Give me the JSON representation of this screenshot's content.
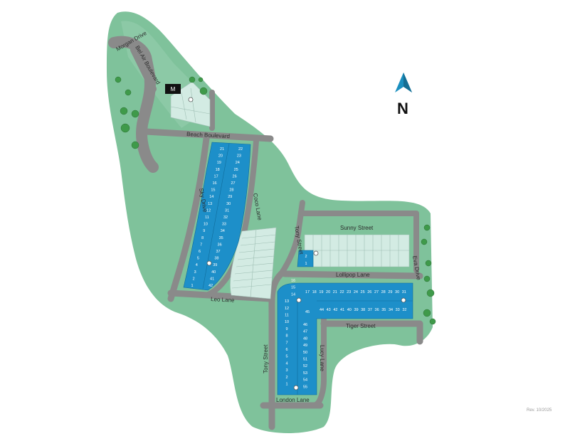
{
  "map": {
    "streets": {
      "morgan_drive": "Morgan Drive",
      "bel_air_boulevard": "Bel Air Boulevard",
      "beach_boulevard": "Beach Boulevard",
      "sky_drive": "Sky Drive",
      "coco_lane": "Coco Lane",
      "tony_street_north": "Tony Street",
      "sunny_street": "Sunny Street",
      "eva_drive": "Eva Drive",
      "lollipop_lane": "Lollipop Lane",
      "leo_lane": "Leo Lane",
      "tiger_street": "Tiger Street",
      "tony_street_south": "Tony Street",
      "lucy_lane": "Lucy Lane",
      "london_lane": "London Lane"
    },
    "model_marker": "M",
    "north_label": "N",
    "revision": "Rev. 10/2025",
    "colors": {
      "available_lot": "#1d8fc9",
      "future_lot": "#d3ebe3",
      "green_space": "#7fc29b",
      "road": "#8a8a8a"
    },
    "lots": {
      "sky_left": [
        "21",
        "20",
        "19",
        "18",
        "17",
        "16",
        "15",
        "14",
        "13",
        "12",
        "11",
        "10",
        "9",
        "8",
        "7",
        "6",
        "5",
        "4",
        "3",
        "2",
        "1"
      ],
      "sky_right": [
        "22",
        "23",
        "24",
        "25",
        "26",
        "27",
        "28",
        "29",
        "30",
        "31",
        "32",
        "33",
        "34",
        "35",
        "36",
        "37",
        "38",
        "39",
        "40",
        "41",
        "42"
      ],
      "lollipop_row": [
        "17",
        "18",
        "19",
        "20",
        "21",
        "22",
        "23",
        "24",
        "25",
        "26",
        "27",
        "28",
        "29",
        "30",
        "31"
      ],
      "tiger_row": [
        "44",
        "43",
        "42",
        "41",
        "40",
        "39",
        "38",
        "37",
        "36",
        "35",
        "34",
        "33",
        "32"
      ],
      "tony_left": [
        "16",
        "15",
        "14",
        "13",
        "12",
        "11",
        "10",
        "9",
        "8",
        "7",
        "6",
        "5",
        "4",
        "3",
        "2",
        "1"
      ],
      "lucy_right": [
        "45",
        "46",
        "47",
        "48",
        "49",
        "50",
        "51",
        "52",
        "53",
        "54",
        "55"
      ],
      "sunny_small": [
        "2",
        "1"
      ]
    }
  }
}
